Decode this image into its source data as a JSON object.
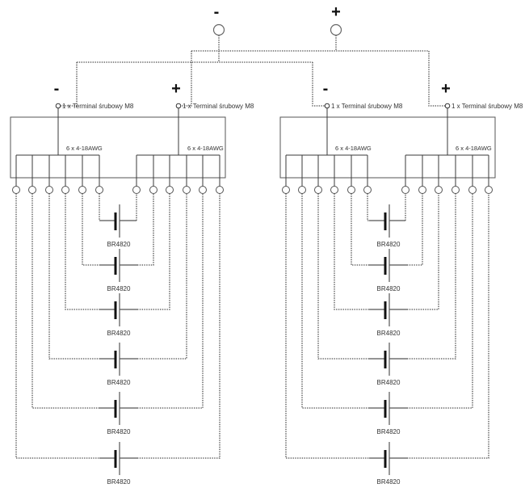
{
  "diagram": {
    "main": {
      "negative_sign": "-",
      "positive_sign": "+"
    },
    "modules": [
      {
        "negative_sign": "-",
        "positive_sign": "+",
        "negative_terminal_label": "1 x Terminal śrubowy M8",
        "positive_terminal_label": "1 x Terminal śrubowy M8",
        "negative_bus_label": "6 x 4-18AWG",
        "positive_bus_label": "6 x 4-18AWG",
        "connectors_per_bus": 6,
        "batteries": [
          "BR4820",
          "BR4820",
          "BR4820",
          "BR4820",
          "BR4820",
          "BR4820"
        ]
      },
      {
        "negative_sign": "-",
        "positive_sign": "+",
        "negative_terminal_label": "1 x Terminal śrubowy M8",
        "positive_terminal_label": "1 x Terminal śrubowy M8",
        "negative_bus_label": "6 x 4-18AWG",
        "positive_bus_label": "6 x 4-18AWG",
        "connectors_per_bus": 6,
        "batteries": [
          "BR4820",
          "BR4820",
          "BR4820",
          "BR4820",
          "BR4820",
          "BR4820"
        ]
      }
    ],
    "colors": {
      "line": "#3a3a3a",
      "wire": "#4a4a4a",
      "battery_plate": "#111111",
      "sign": "#111111",
      "background": "#ffffff"
    }
  }
}
